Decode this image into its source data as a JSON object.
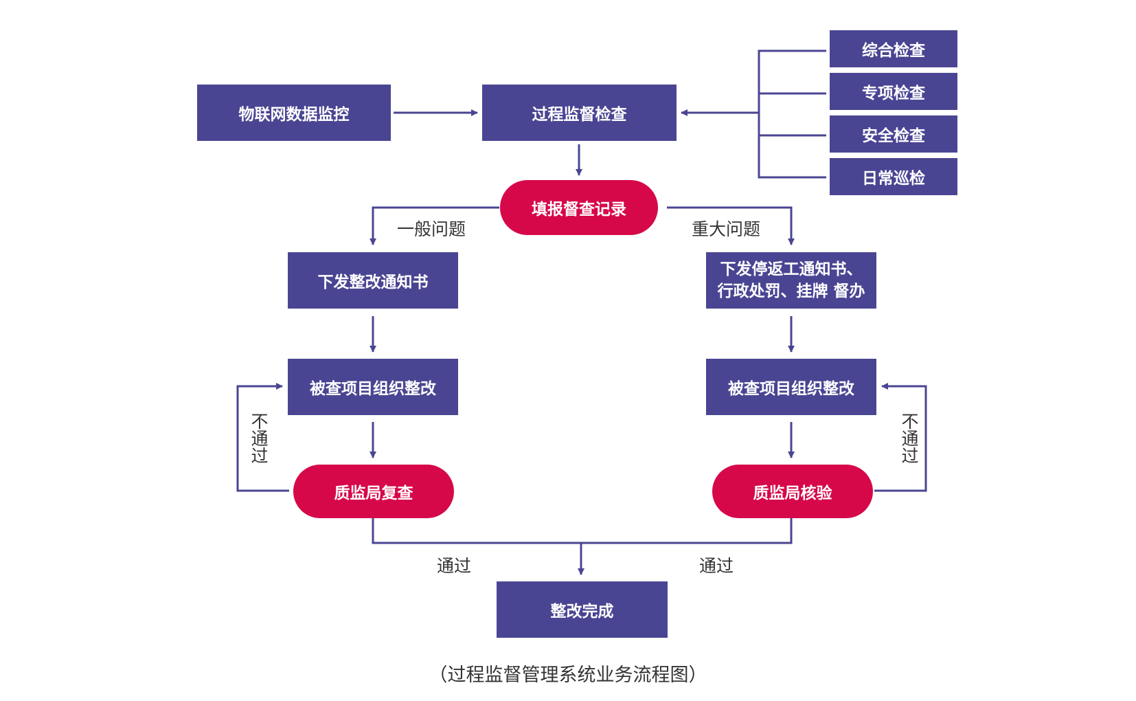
{
  "nodes": {
    "iot_monitoring": "物联网数据监控",
    "process_supervision": "过程监督检查",
    "comprehensive_inspection": "综合检查",
    "special_inspection": "专项检查",
    "safety_inspection": "安全检查",
    "daily_patrol": "日常巡检",
    "fill_record": "填报督查记录",
    "issue_rectification_notice": "下发整改通知书",
    "issue_stop_work_notice": "下发停返工通知书、\n行政处罚、挂牌 督办",
    "rectify_left": "被查项目组织整改",
    "rectify_right": "被查项目组织整改",
    "recheck": "质监局复查",
    "verify": "质监局核验",
    "complete": "整改完成"
  },
  "labels": {
    "general_issue": "一般问题",
    "major_issue": "重大问题",
    "fail_left": "不通过",
    "fail_right": "不通过",
    "pass_left": "通过",
    "pass_right": "通过"
  },
  "caption": "（过程监督管理系统业务流程图）",
  "colors": {
    "box": "#4a4592",
    "pill": "#d6084a",
    "line": "#4a4592"
  }
}
